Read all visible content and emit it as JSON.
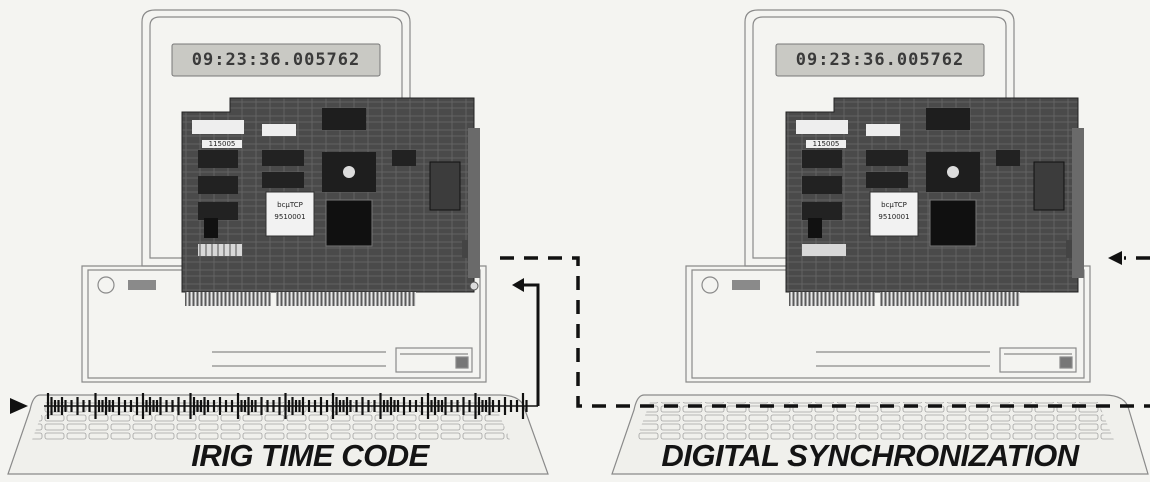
{
  "left_panel": {
    "caption": "IRIG TIME CODE",
    "clock_display": "09:23:36.005762",
    "chip_label_line1": "bcμTCP",
    "chip_label_line2": "9510001",
    "board_serial": "115005"
  },
  "right_panel": {
    "caption": "DIGITAL SYNCHRONIZATION",
    "clock_display": "09:23:36.005762",
    "chip_label_line1": "bcμTCP",
    "chip_label_line2": "9510001",
    "board_serial": "115005"
  },
  "colors": {
    "background": "#f4f4f1",
    "line_art": "#8a8a8a",
    "pcb": "#3a3a3a",
    "lcd": "#c9c9c4",
    "signal": "#111111"
  }
}
